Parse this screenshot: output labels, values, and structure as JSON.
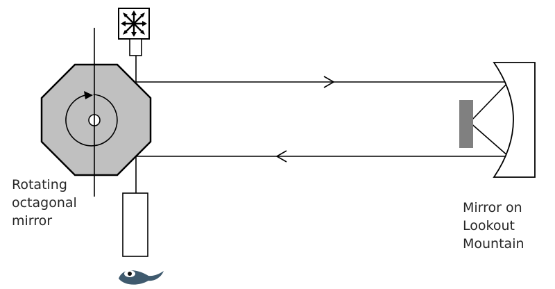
{
  "labels": {
    "rotating_mirror": [
      "Rotating",
      "octagonal",
      "mirror"
    ],
    "far_mirror": [
      "Mirror on",
      "Lookout",
      "Mountain"
    ]
  },
  "icons": {
    "light_source": "light-source-starburst-icon",
    "eye": "eye-observer-icon",
    "rotation": "rotation-arrow-icon"
  },
  "colors": {
    "octagon_fill": "#c0c0c0",
    "stroke": "#000000",
    "block_fill": "#808080",
    "eye_fill": "#3f5a6e",
    "text": "#262626"
  }
}
